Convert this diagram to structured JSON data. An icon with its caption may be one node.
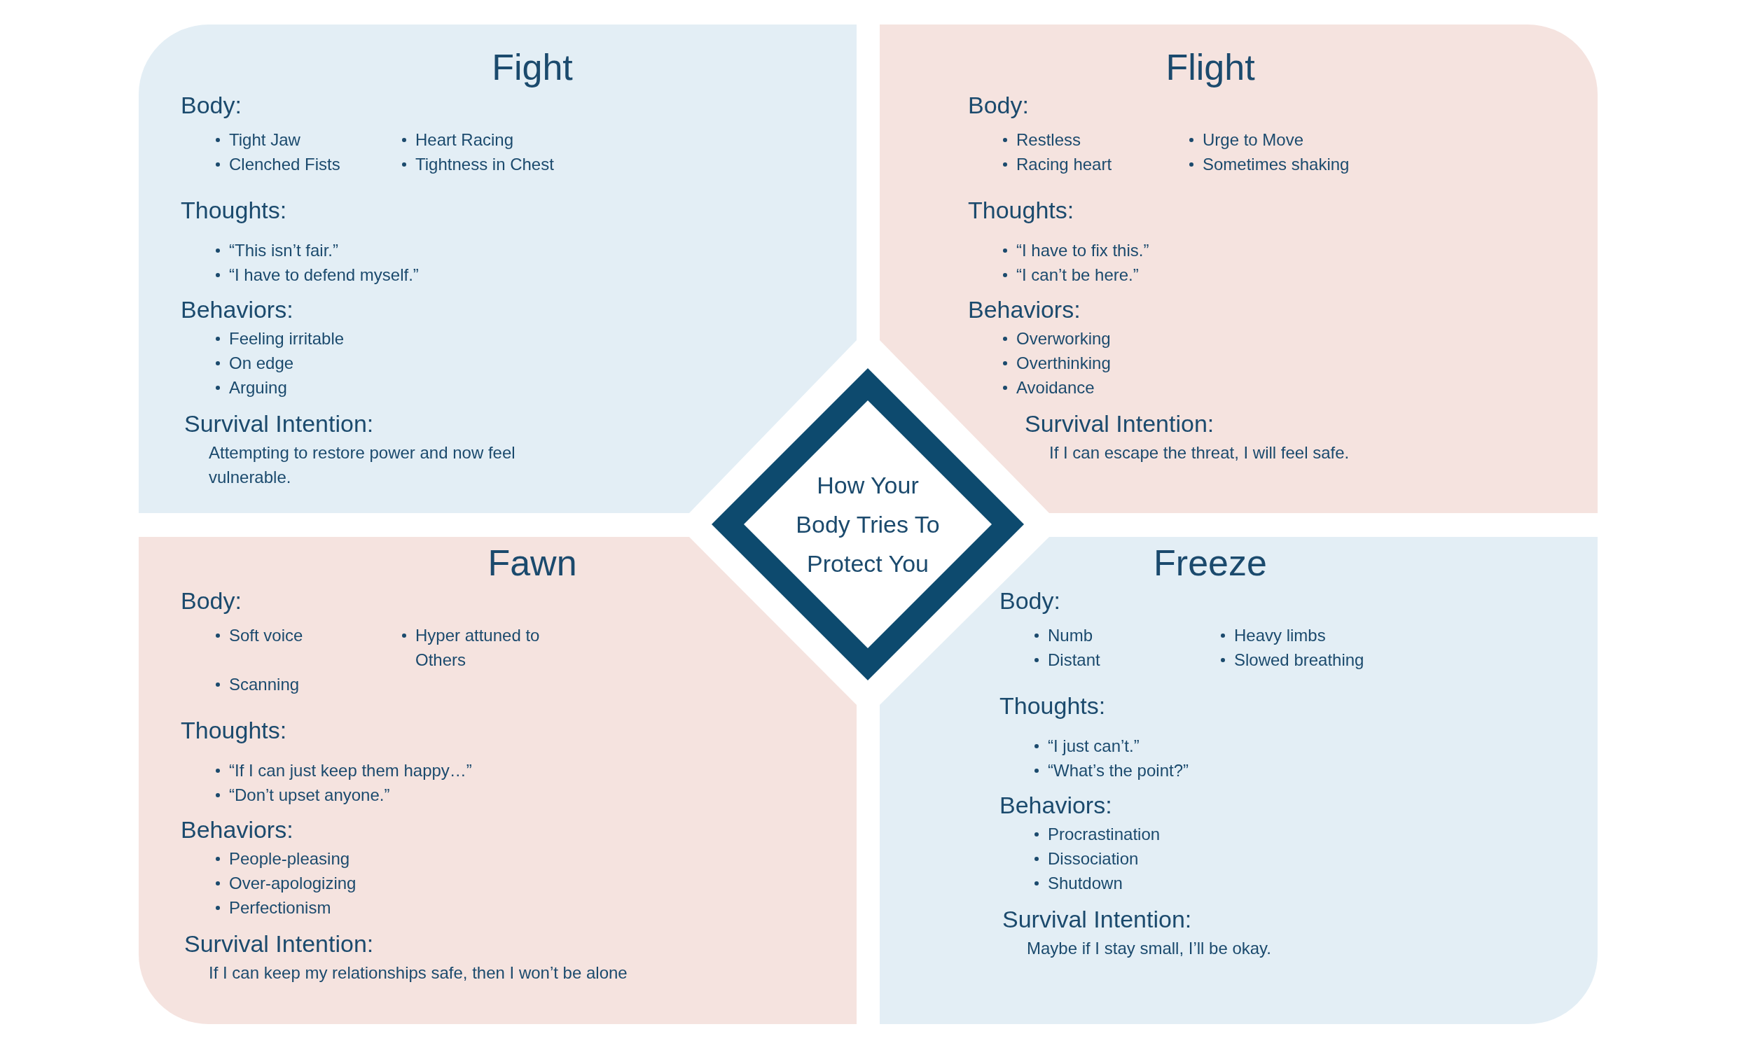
{
  "diagram": {
    "nodes": [
      {
        "text": [
          "Fight",
          "Body:",
          "Tight Jaw",
          "Clenched Fists",
          "Heart Racing",
          "Tightness in Chest",
          "Thoughts:",
          "“This isn’t fair.”",
          "“I have to defend myself.”",
          "Behaviors:",
          "Feeling irritable",
          "On edge",
          "Arguing",
          "Survival Intention:",
          "Attempting to restore power and now feel vulnerable."
        ]
      },
      {
        "text": [
          "Flight",
          "Body:",
          "Restless",
          "Racing heart",
          "Urge to Move",
          "Sometimes shaking",
          "Thoughts:",
          "“I have to fix this.”",
          "“I can’t be here.”",
          "Behaviors:",
          "Overworking",
          "Overthinking",
          "Avoidance",
          "Survival Intention:",
          "If I can escape the threat, I will feel safe."
        ]
      },
      {
        "text": [
          "Fawn",
          "Body:",
          "Soft voice",
          "Scanning",
          "Hyper attuned to Others",
          "Thoughts:",
          "“If I can just keep them happy…”",
          "“Don’t upset anyone.”",
          "Behaviors:",
          "People-pleasing",
          "Over-apologizing",
          "Perfectionism",
          "Survival Intention:",
          "If I can keep my relationships safe, then I won’t be alone"
        ]
      },
      {
        "text": [
          "Freeze",
          "Body:",
          "Numb",
          "Distant",
          "Heavy limbs",
          "Slowed breathing",
          "Thoughts:",
          "“I just can’t.”",
          "“What’s the point?”",
          "Behaviors:",
          "Procrastination",
          "Dissociation",
          "Shutdown",
          "Survival Intention:",
          "Maybe if I stay small, I’ll be okay."
        ]
      },
      {
        "text": [
          "How Your Body Tries To Protect You"
        ]
      }
    ]
  }
}
